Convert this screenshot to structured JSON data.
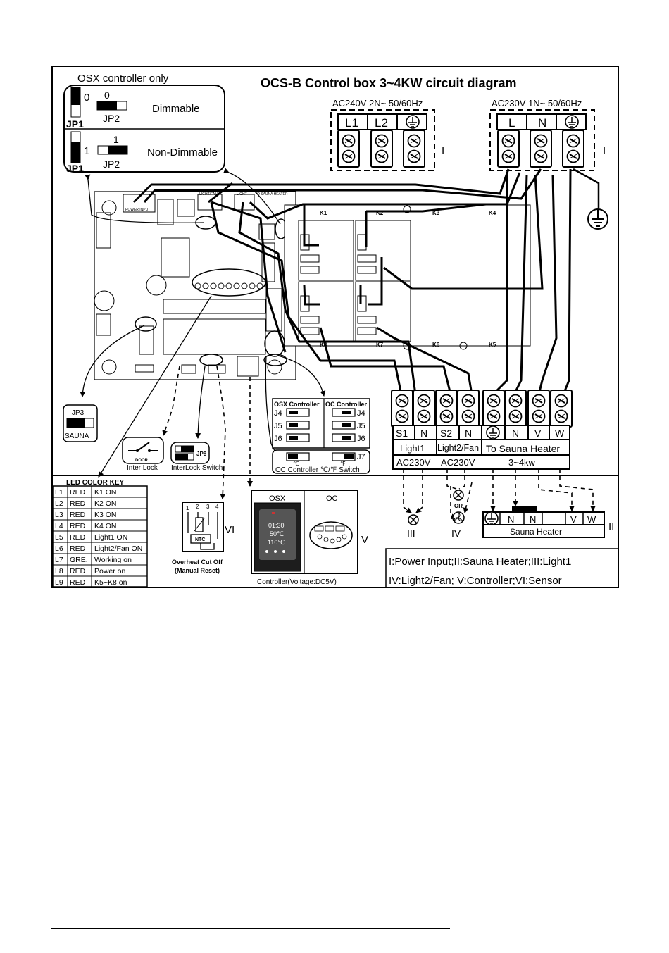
{
  "title": "OCS-B Control  box  3~4KW circuit diagram",
  "osx_only": {
    "heading": "OSX controller only",
    "jp1": "JP1",
    "jp2": "JP2",
    "dimmable_jp1_val": "0",
    "dimmable_jp2_val": "0",
    "dimmable_label": "Dimmable",
    "nondim_jp1_val": "1",
    "nondim_jp2_val": "1",
    "nondim_label": "Non-Dimmable"
  },
  "input_left": {
    "label": "AC240V  2N~ 50/60Hz",
    "terminals": [
      "L1",
      "L2"
    ],
    "numeral": "I"
  },
  "input_right": {
    "label": "AC230V  1N~ 50/60Hz",
    "terminals": [
      "L",
      "N"
    ],
    "numeral": "I"
  },
  "board": {
    "power_input": "POWER INPUT",
    "light_fan": "LIGHT/FAN",
    "light": "LIGHT",
    "sauna_heater": "TO SAUNA HEATER",
    "relays": [
      "K1",
      "K2",
      "K3",
      "K4",
      "K8",
      "K7",
      "K6",
      "K5"
    ]
  },
  "jp3": {
    "label": "JP3",
    "sub": "SAUNA"
  },
  "door": {
    "label": "DOOR",
    "caption": "Inter Lock"
  },
  "jp8": {
    "label": "JP8",
    "caption": "InterLock Switch"
  },
  "jumper_panel": {
    "osx_header": "OSX Controller",
    "oc_header": "OC Controller",
    "jumpers": [
      "J4",
      "J5",
      "J6"
    ],
    "j7": "J7",
    "deg_c": "℃",
    "deg_f": "℉",
    "caption": "OC  Controller ℃/℉ Switch"
  },
  "output": {
    "terminals": [
      "S1",
      "N",
      "S2",
      "N",
      "N",
      "V",
      "W"
    ],
    "light1": "Light1",
    "light2": "Light2/Fan",
    "heater": "To Sauna Heater",
    "v1": "AC230V",
    "v2": "AC230V",
    "kw": "3~4kw"
  },
  "led_key": {
    "heading": "LED COLOR KEY",
    "rows": [
      [
        "L1",
        "RED",
        "K1  ON"
      ],
      [
        "L2",
        "RED",
        "K2  ON"
      ],
      [
        "L3",
        "RED",
        "K3  ON"
      ],
      [
        "L4",
        "RED",
        "K4  ON"
      ],
      [
        "L5",
        "RED",
        "Light1  ON"
      ],
      [
        "L6",
        "RED",
        "Light2/Fan  ON"
      ],
      [
        "L7",
        "GRE.",
        "Working  on"
      ],
      [
        "L8",
        "RED",
        "Power  on"
      ],
      [
        "L9",
        "RED",
        "K5~K8  on"
      ]
    ]
  },
  "sensor": {
    "ntc": "NTC",
    "pins": [
      "1",
      "2",
      "3",
      "4"
    ],
    "numeral": "VI",
    "caption1": "Overheat Cut Off",
    "caption2": "(Manual Reset)"
  },
  "controller": {
    "osx": "OSX",
    "oc": "OC",
    "screen": [
      "01:30",
      "50℃",
      "110℃"
    ],
    "numeral": "V",
    "caption": "Controller(Voltage:DC5V)"
  },
  "loads": {
    "iii": "III",
    "or": "OR",
    "iv": "IV",
    "ii": "II",
    "heater_terminals": [
      "N",
      "N",
      "V",
      "W"
    ],
    "heater_label": "Sauna Heater"
  },
  "legend": {
    "line1": "I:Power  Input;II:Sauna  Heater;III:Light1",
    "line2": "IV:Light2/Fan;  V:Controller;VI:Sensor"
  }
}
